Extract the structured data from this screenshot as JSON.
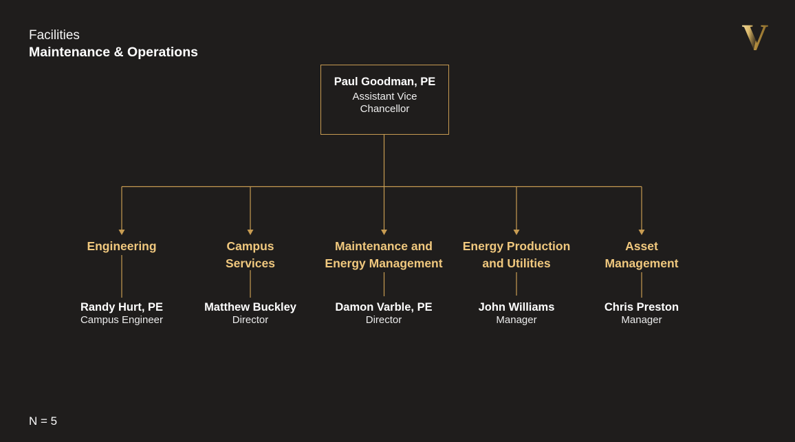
{
  "header": {
    "line1": "Facilities",
    "line2": "Maintenance & Operations"
  },
  "logo": {
    "letter": "V"
  },
  "root": {
    "name": "Paul Goodman, PE",
    "title_lines": [
      "Assistant Vice",
      "Chancellor"
    ]
  },
  "departments": [
    {
      "label_lines": [
        "Engineering"
      ],
      "person": "Randy Hurt, PE",
      "role": "Campus Engineer"
    },
    {
      "label_lines": [
        "Campus",
        "Services"
      ],
      "person": "Matthew Buckley",
      "role": "Director"
    },
    {
      "label_lines": [
        "Maintenance and",
        "Energy Management"
      ],
      "person": "Damon Varble, PE",
      "role": "Director"
    },
    {
      "label_lines": [
        "Energy Production",
        "and Utilities"
      ],
      "person": "John Williams",
      "role": "Manager"
    },
    {
      "label_lines": [
        "Asset",
        "Management"
      ],
      "person": "Chris Preston",
      "role": "Manager"
    }
  ],
  "footer": {
    "count_label": "N = 5"
  },
  "colors": {
    "background": "#1f1d1c",
    "gold_label": "#f0c87e",
    "gold_line": "#c89c52",
    "text_primary": "#ffffff",
    "text_secondary": "#ebebeb"
  }
}
